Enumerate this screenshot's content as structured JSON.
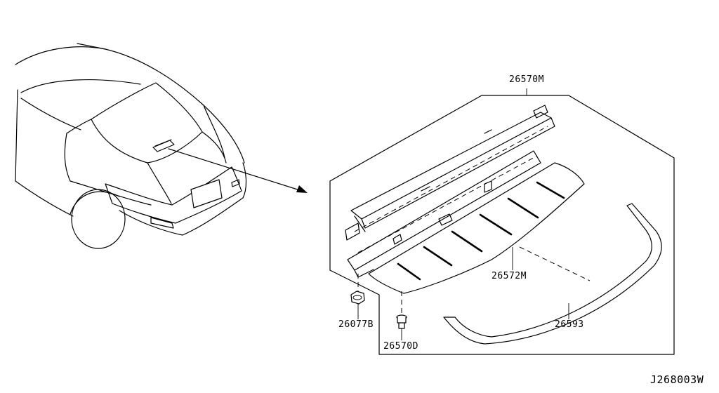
{
  "parts": [
    {
      "id": "frame_assembly",
      "part_number": "26570M"
    },
    {
      "id": "lens_cover",
      "part_number": "26572M"
    },
    {
      "id": "seal_gasket",
      "part_number": "26593"
    },
    {
      "id": "nut",
      "part_number": "26077B"
    },
    {
      "id": "screw",
      "part_number": "26570D"
    }
  ],
  "diagram_code": "J268003W"
}
